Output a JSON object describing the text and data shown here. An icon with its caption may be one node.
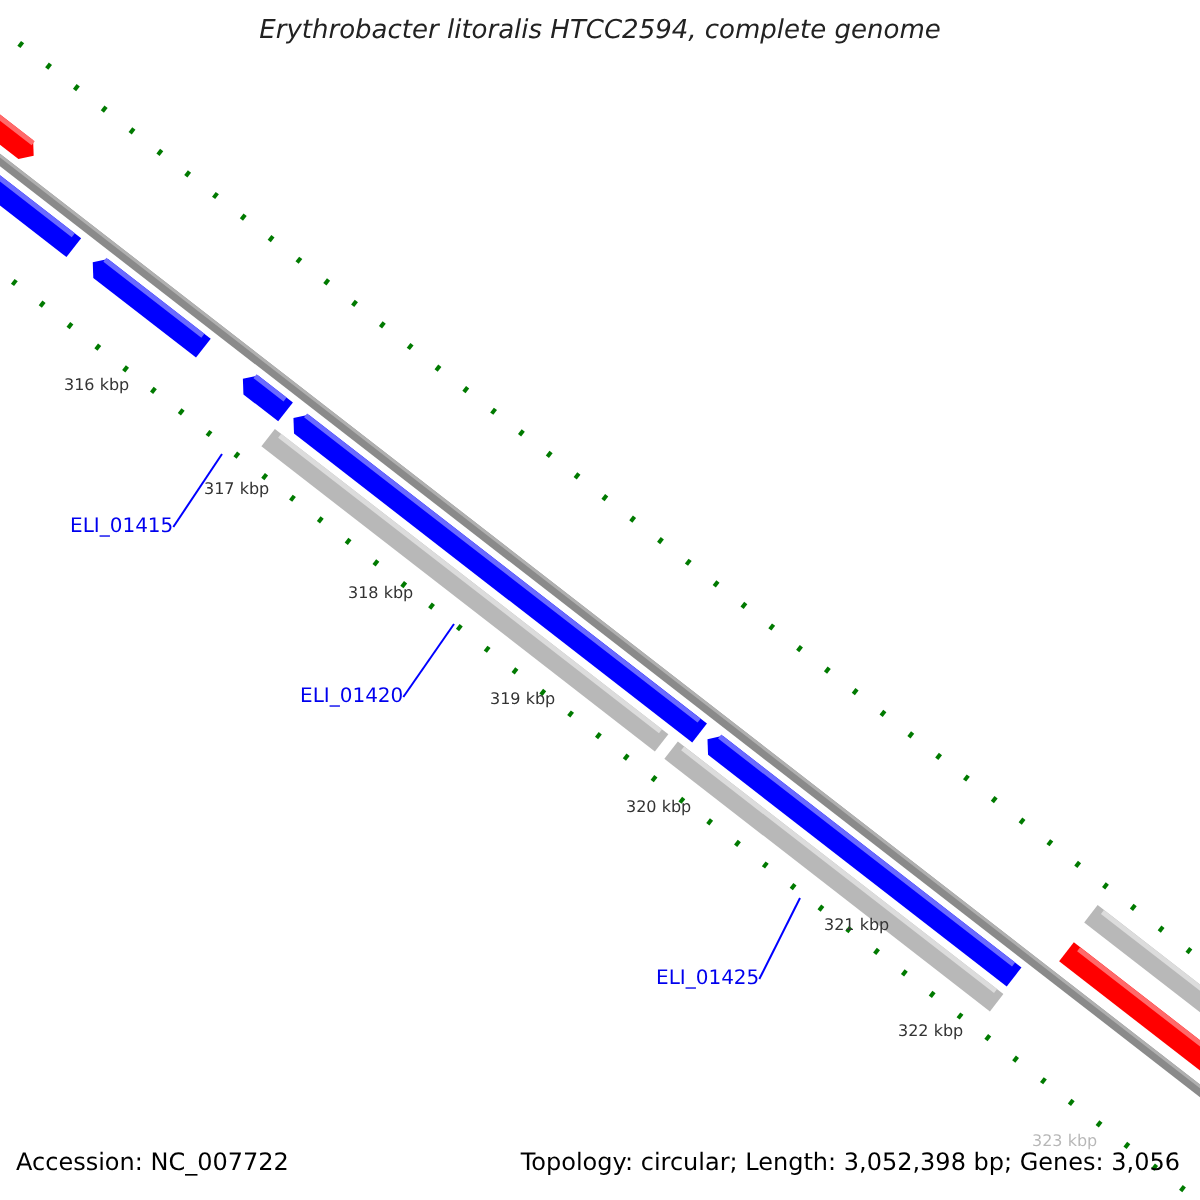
{
  "diagram": {
    "title": "Erythrobacter litoralis HTCC2594, complete genome",
    "nodes": [
      {
        "text": [
          "ELI_01415"
        ]
      },
      {
        "text": [
          "ELI_01420"
        ]
      },
      {
        "text": [
          "ELI_01425"
        ]
      }
    ],
    "edges": [
      {
        "from": 0,
        "to": null,
        "arrow": "none"
      },
      {
        "from": 1,
        "to": null,
        "arrow": "none"
      },
      {
        "from": 2,
        "to": null,
        "arrow": "none"
      }
    ],
    "labels": [
      "316 kbp",
      "317 kbp",
      "318 kbp",
      "319 kbp",
      "320 kbp",
      "321 kbp",
      "322 kbp",
      "323 kbp",
      "Accession: NC_007722",
      "Topology: circular; Length: 3,052,398 bp; Genes: 3,056"
    ]
  }
}
